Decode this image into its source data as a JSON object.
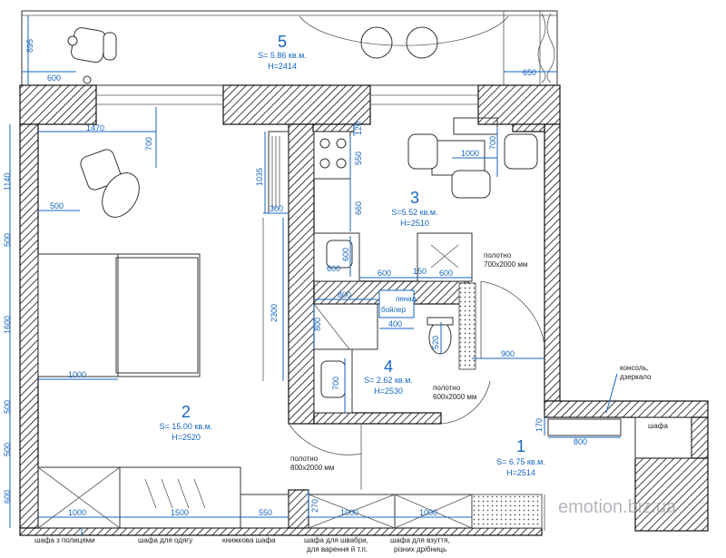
{
  "rooms": [
    {
      "id": "r1",
      "number": "1",
      "area": "S= 6.75 кв.м.",
      "height": "H=2514"
    },
    {
      "id": "r2",
      "number": "2",
      "area": "S= 15.00 кв.м.",
      "height": "H=2520"
    },
    {
      "id": "r3",
      "number": "3",
      "area": "S=5.52 кв.м.",
      "height": "H=2510"
    },
    {
      "id": "r4",
      "number": "4",
      "area": "S= 2.62 кв.м.",
      "height": "H=2530"
    },
    {
      "id": "r5",
      "number": "5",
      "area": "S= 5.86 кв.м.",
      "height": "H=2414"
    }
  ],
  "dimensions": {
    "d895": "895",
    "d600a": "600",
    "d650": "650",
    "d1470": "1470",
    "d700a": "700",
    "d1140": "1140",
    "d500a": "500",
    "d500b": "500",
    "d1600": "1600",
    "d1000a": "1000",
    "d500c": "500",
    "d500d": "500",
    "d600b": "600",
    "d1035": "1035",
    "d300": "300",
    "d2300": "2300",
    "d120": "120",
    "d550a": "550",
    "d660": "660",
    "d1000b": "1000",
    "d700b": "700",
    "d600c": "600",
    "d600d": "600",
    "d600e": "600",
    "d150": "150",
    "d600f": "600",
    "d800a": "800",
    "d800b": "800",
    "d400": "400",
    "d520": "520",
    "d700c": "700",
    "d900": "900",
    "d170": "170",
    "d800c": "800",
    "d1000c": "1000",
    "d1500": "1500",
    "d550b": "550",
    "d270": "270",
    "d1000d": "1000",
    "d1000e": "1000"
  },
  "labels": {
    "penal_1": "пенал,",
    "penal_2": "бойлер",
    "closet": "шафа",
    "shelves": "шафа з полицями",
    "clothes": "шафа для одягу",
    "books": "книжкова шафа",
    "broom_1": "шафа для швабри,",
    "broom_2": "для варення й т.п.",
    "shoes_1": "шафа для взуття,",
    "shoes_2": "різних дрібниць",
    "console_1": "консоль,",
    "console_2": "дзеркало",
    "door_kitchen_1": "полотно",
    "door_kitchen_2": "700x2000 мм",
    "door_bath_1": "полотно",
    "door_bath_2": "600x2000 мм",
    "door_room_1": "полотно",
    "door_room_2": "800x2000 мм"
  },
  "watermark": "emotion.biz.ua",
  "colors": {
    "dimension": "#1565c0",
    "wall_stroke": "#111111",
    "watermark": "#9aa0a6"
  }
}
